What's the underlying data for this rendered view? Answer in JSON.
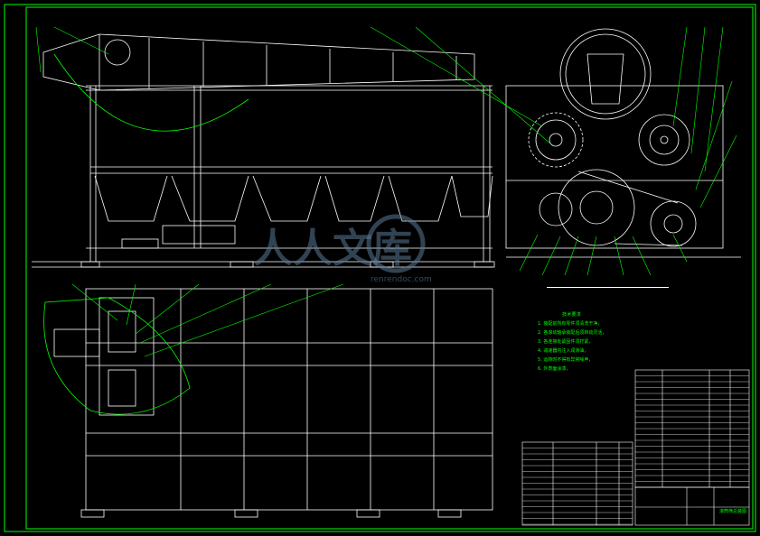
{
  "drawing": {
    "colors": {
      "background": "#000000",
      "outline": "#ffffff",
      "leader": "#00ff00",
      "frame": "#00ff00",
      "watermark": "#5a7a96"
    }
  },
  "watermark": {
    "text": "人人文库",
    "sub": "renrendoc.com"
  },
  "notes": {
    "title": "技术要求",
    "lines": [
      "1. 装配前所有零件须清洗干净，",
      "2. 各滚动轴承装配后须转动灵活，",
      "3. 各连接处紧固件须拧紧，",
      "4. 减速器内注入润滑油，",
      "5. 运转时不得有异常噪声，",
      "6. 外表面涂漆，"
    ]
  },
  "title_block": {
    "name": "滚筒筛总装图"
  }
}
